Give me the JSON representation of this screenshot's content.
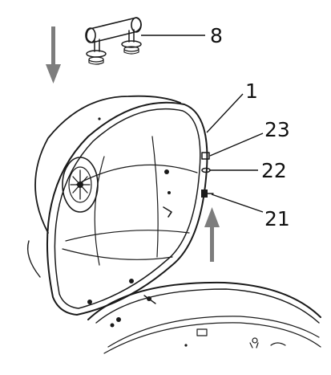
{
  "callouts": {
    "handle": "8",
    "lid": "1",
    "nut": "23",
    "washer": "22",
    "bolt": "21"
  },
  "colors": {
    "ink": "#1a1a1a",
    "arrow": "#7d7d7d",
    "background": "#ffffff"
  },
  "icons": {
    "down_arrow": "arrow-down-icon",
    "up_arrow": "arrow-up-icon"
  }
}
